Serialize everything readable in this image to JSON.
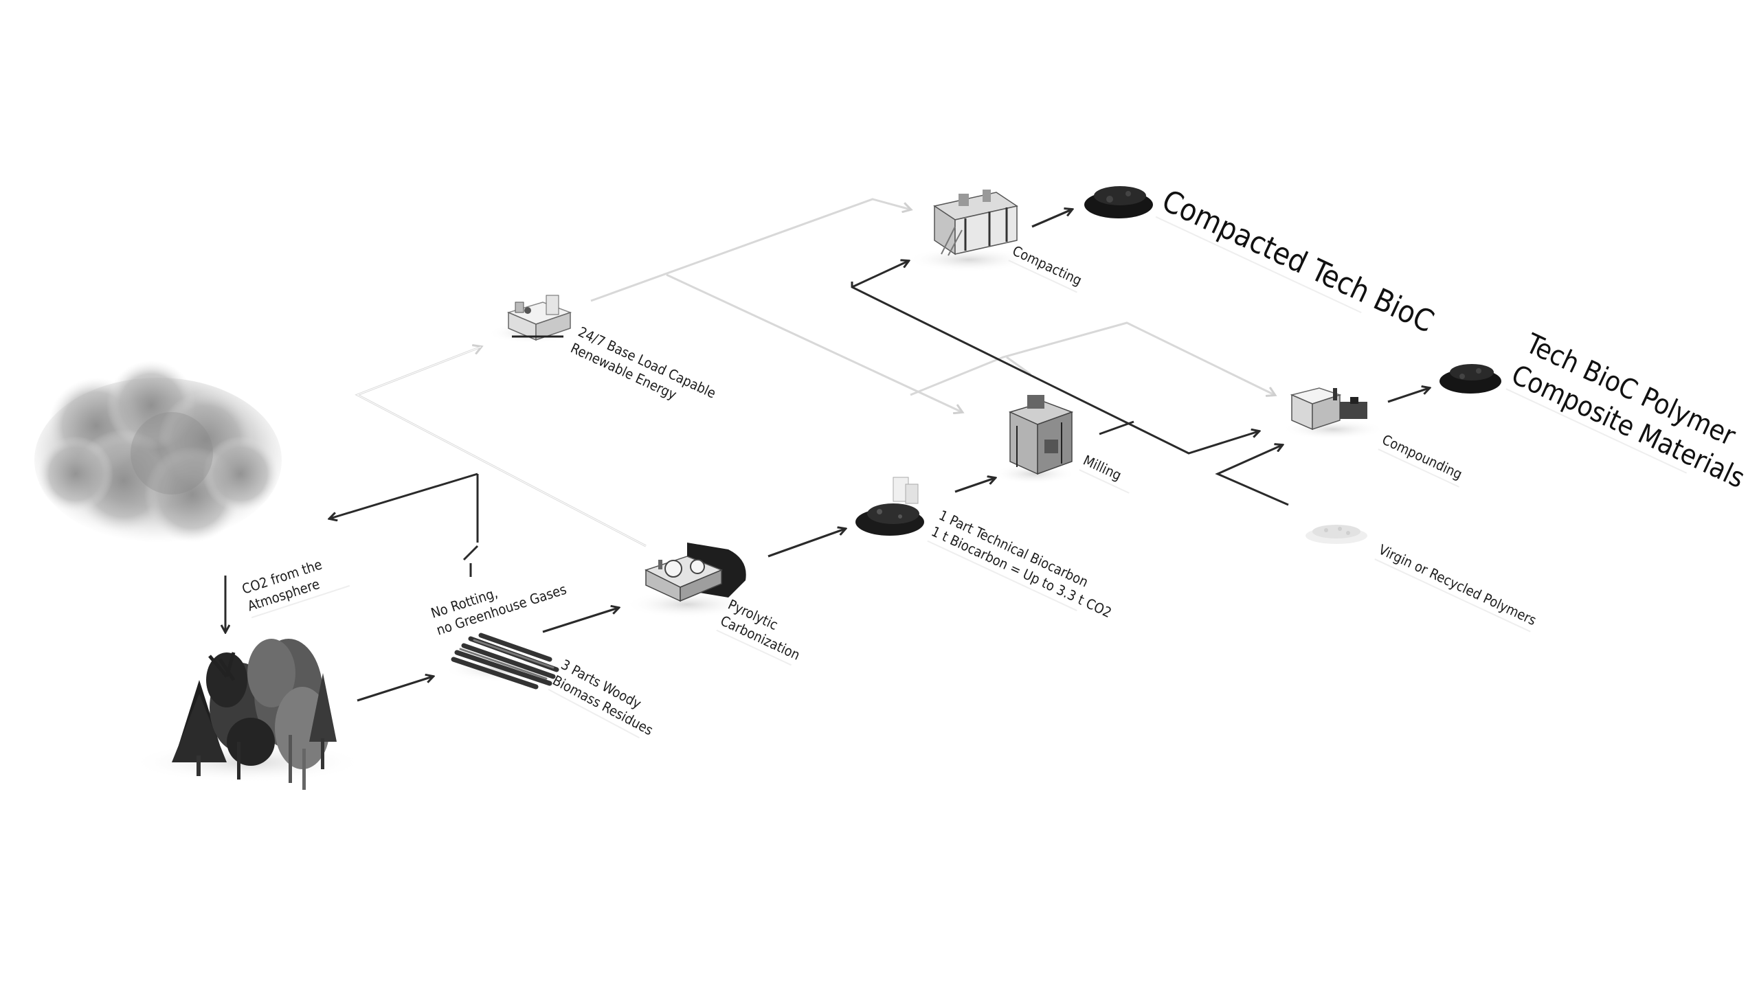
{
  "labels": {
    "co2_atmosphere": [
      "CO2 from the",
      "Atmosphere"
    ],
    "no_rotting": [
      "No Rotting,",
      "no Greenhouse Gases"
    ],
    "woody_biomass": [
      "3 Parts Woody",
      "Biomass Residues"
    ],
    "renewable_energy": [
      "24/7 Base Load Capable",
      "Renewable Energy"
    ],
    "pyrolytic": [
      "Pyrolytic",
      "Carbonization"
    ],
    "technical_biocarbon": [
      "1 Part Technical Biocarbon",
      "1 t Biocarbon = Up to 3.3 t CO2"
    ],
    "compacting": "Compacting",
    "milling": "Milling",
    "compounding": "Compounding",
    "polymers": "Virgin or Recycled Polymers",
    "compacted_output": "Compacted Tech BioC",
    "composite_output": [
      "Tech BioC Polymer",
      "Composite Materials"
    ]
  },
  "icons": {
    "cloud": "co2-cloud-icon",
    "trees": "forest-icon",
    "logs": "wood-logs-icon",
    "energy": "energy-unit-icon",
    "reactor": "pyrolysis-reactor-icon",
    "biocarbon": "biocarbon-pile-icon",
    "compactor": "compacting-machine-icon",
    "mill": "milling-machine-icon",
    "compounder": "compounding-machine-icon",
    "pellets": "polymer-pellets-icon",
    "compacted": "compacted-biocarbon-icon",
    "composite": "composite-granules-icon"
  },
  "colors": {
    "flow_dark": "#2a2a2a",
    "flow_light": "#d8d8d8",
    "background": "#ffffff"
  }
}
